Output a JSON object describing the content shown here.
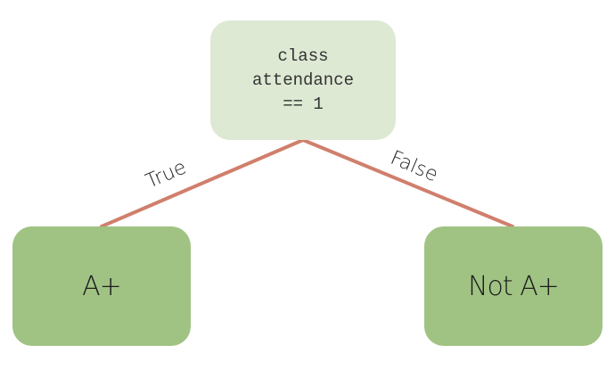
{
  "diagram": {
    "root": {
      "label": "class\nattendance\n== 1"
    },
    "branches": [
      {
        "edge_label": "True",
        "leaf_label": "A+"
      },
      {
        "edge_label": "False",
        "leaf_label": "Not A+"
      }
    ],
    "colors": {
      "root_fill": "#dde9d3",
      "leaf_fill": "#a0c383",
      "edge_stroke": "#d07f6c"
    }
  }
}
